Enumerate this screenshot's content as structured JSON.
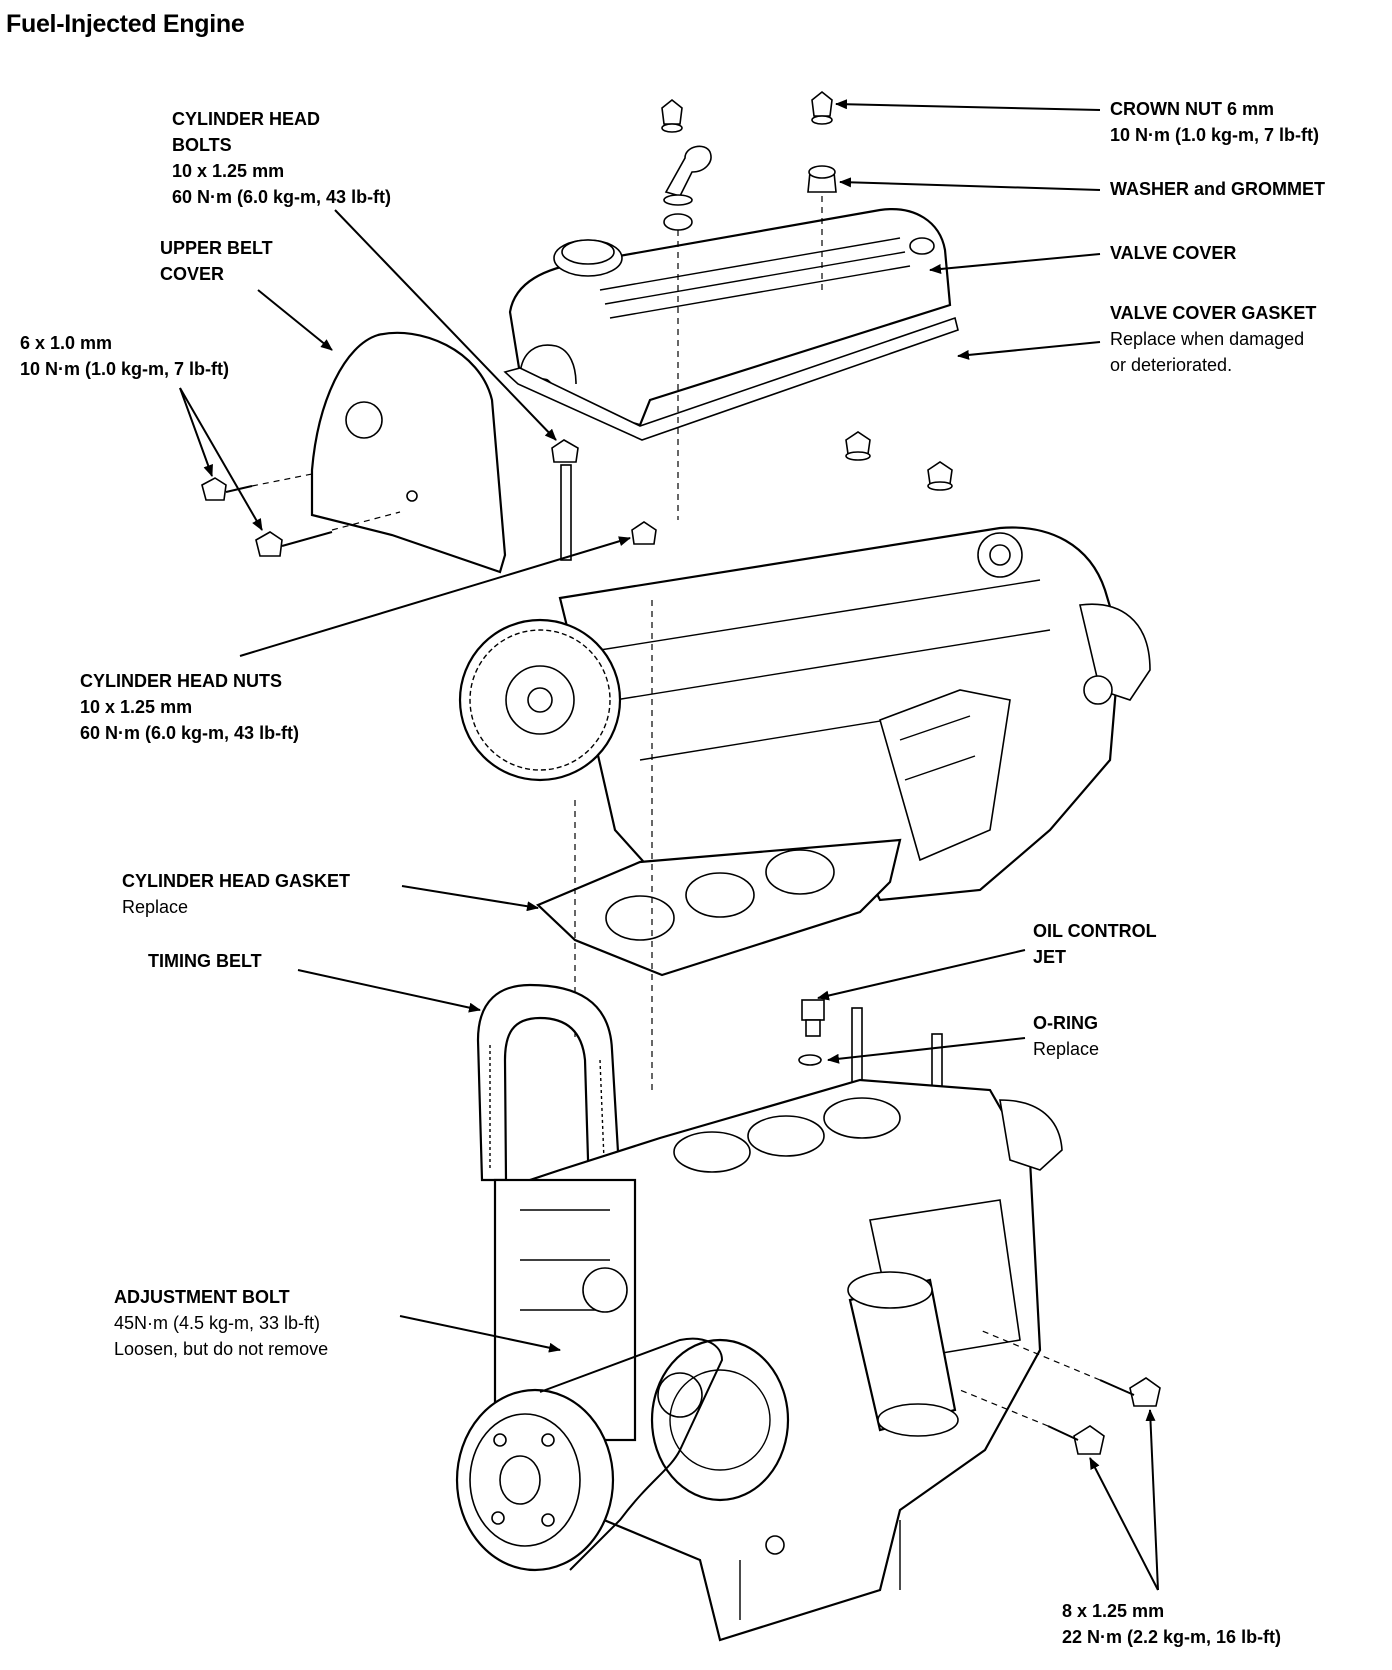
{
  "title": "Fuel-Injected Engine",
  "labels": {
    "head_bolts": {
      "l1": "CYLINDER HEAD",
      "l2": "BOLTS",
      "l3": "10 x 1.25 mm",
      "l4": "60 N·m (6.0 kg-m, 43 lb-ft)"
    },
    "upper_belt": {
      "l1": "UPPER BELT",
      "l2": "COVER"
    },
    "small_bolt": {
      "l1": "6 x 1.0 mm",
      "l2": "10 N·m (1.0 kg-m, 7 lb-ft)"
    },
    "crown_nut": {
      "l1": "CROWN NUT 6 mm",
      "l2": "10 N·m (1.0 kg-m, 7 lb-ft)"
    },
    "washer": {
      "l1": "WASHER and GROMMET"
    },
    "valve_cover": {
      "l1": "VALVE COVER"
    },
    "vc_gasket": {
      "l1": "VALVE COVER GASKET",
      "l2": "Replace when damaged",
      "l3": "or deteriorated."
    },
    "head_nuts": {
      "l1": "CYLINDER HEAD NUTS",
      "l2": "10 x 1.25 mm",
      "l3": "60 N·m (6.0 kg-m, 43 lb-ft)"
    },
    "head_gasket": {
      "l1": "CYLINDER HEAD GASKET",
      "l2": "Replace"
    },
    "oil_jet": {
      "l1": "OIL CONTROL",
      "l2": "JET"
    },
    "timing_belt": {
      "l1": "TIMING BELT"
    },
    "o_ring": {
      "l1": "O-RING",
      "l2": "Replace"
    },
    "adjust_bolt": {
      "l1": "ADJUSTMENT BOLT",
      "l2": "45N·m (4.5 kg-m, 33 lb-ft)",
      "l3": "Loosen, but do not remove"
    },
    "bottom_bolt": {
      "l1": "8 x 1.25 mm",
      "l2": "22 N·m (2.2 kg-m, 16 lb-ft)"
    }
  }
}
